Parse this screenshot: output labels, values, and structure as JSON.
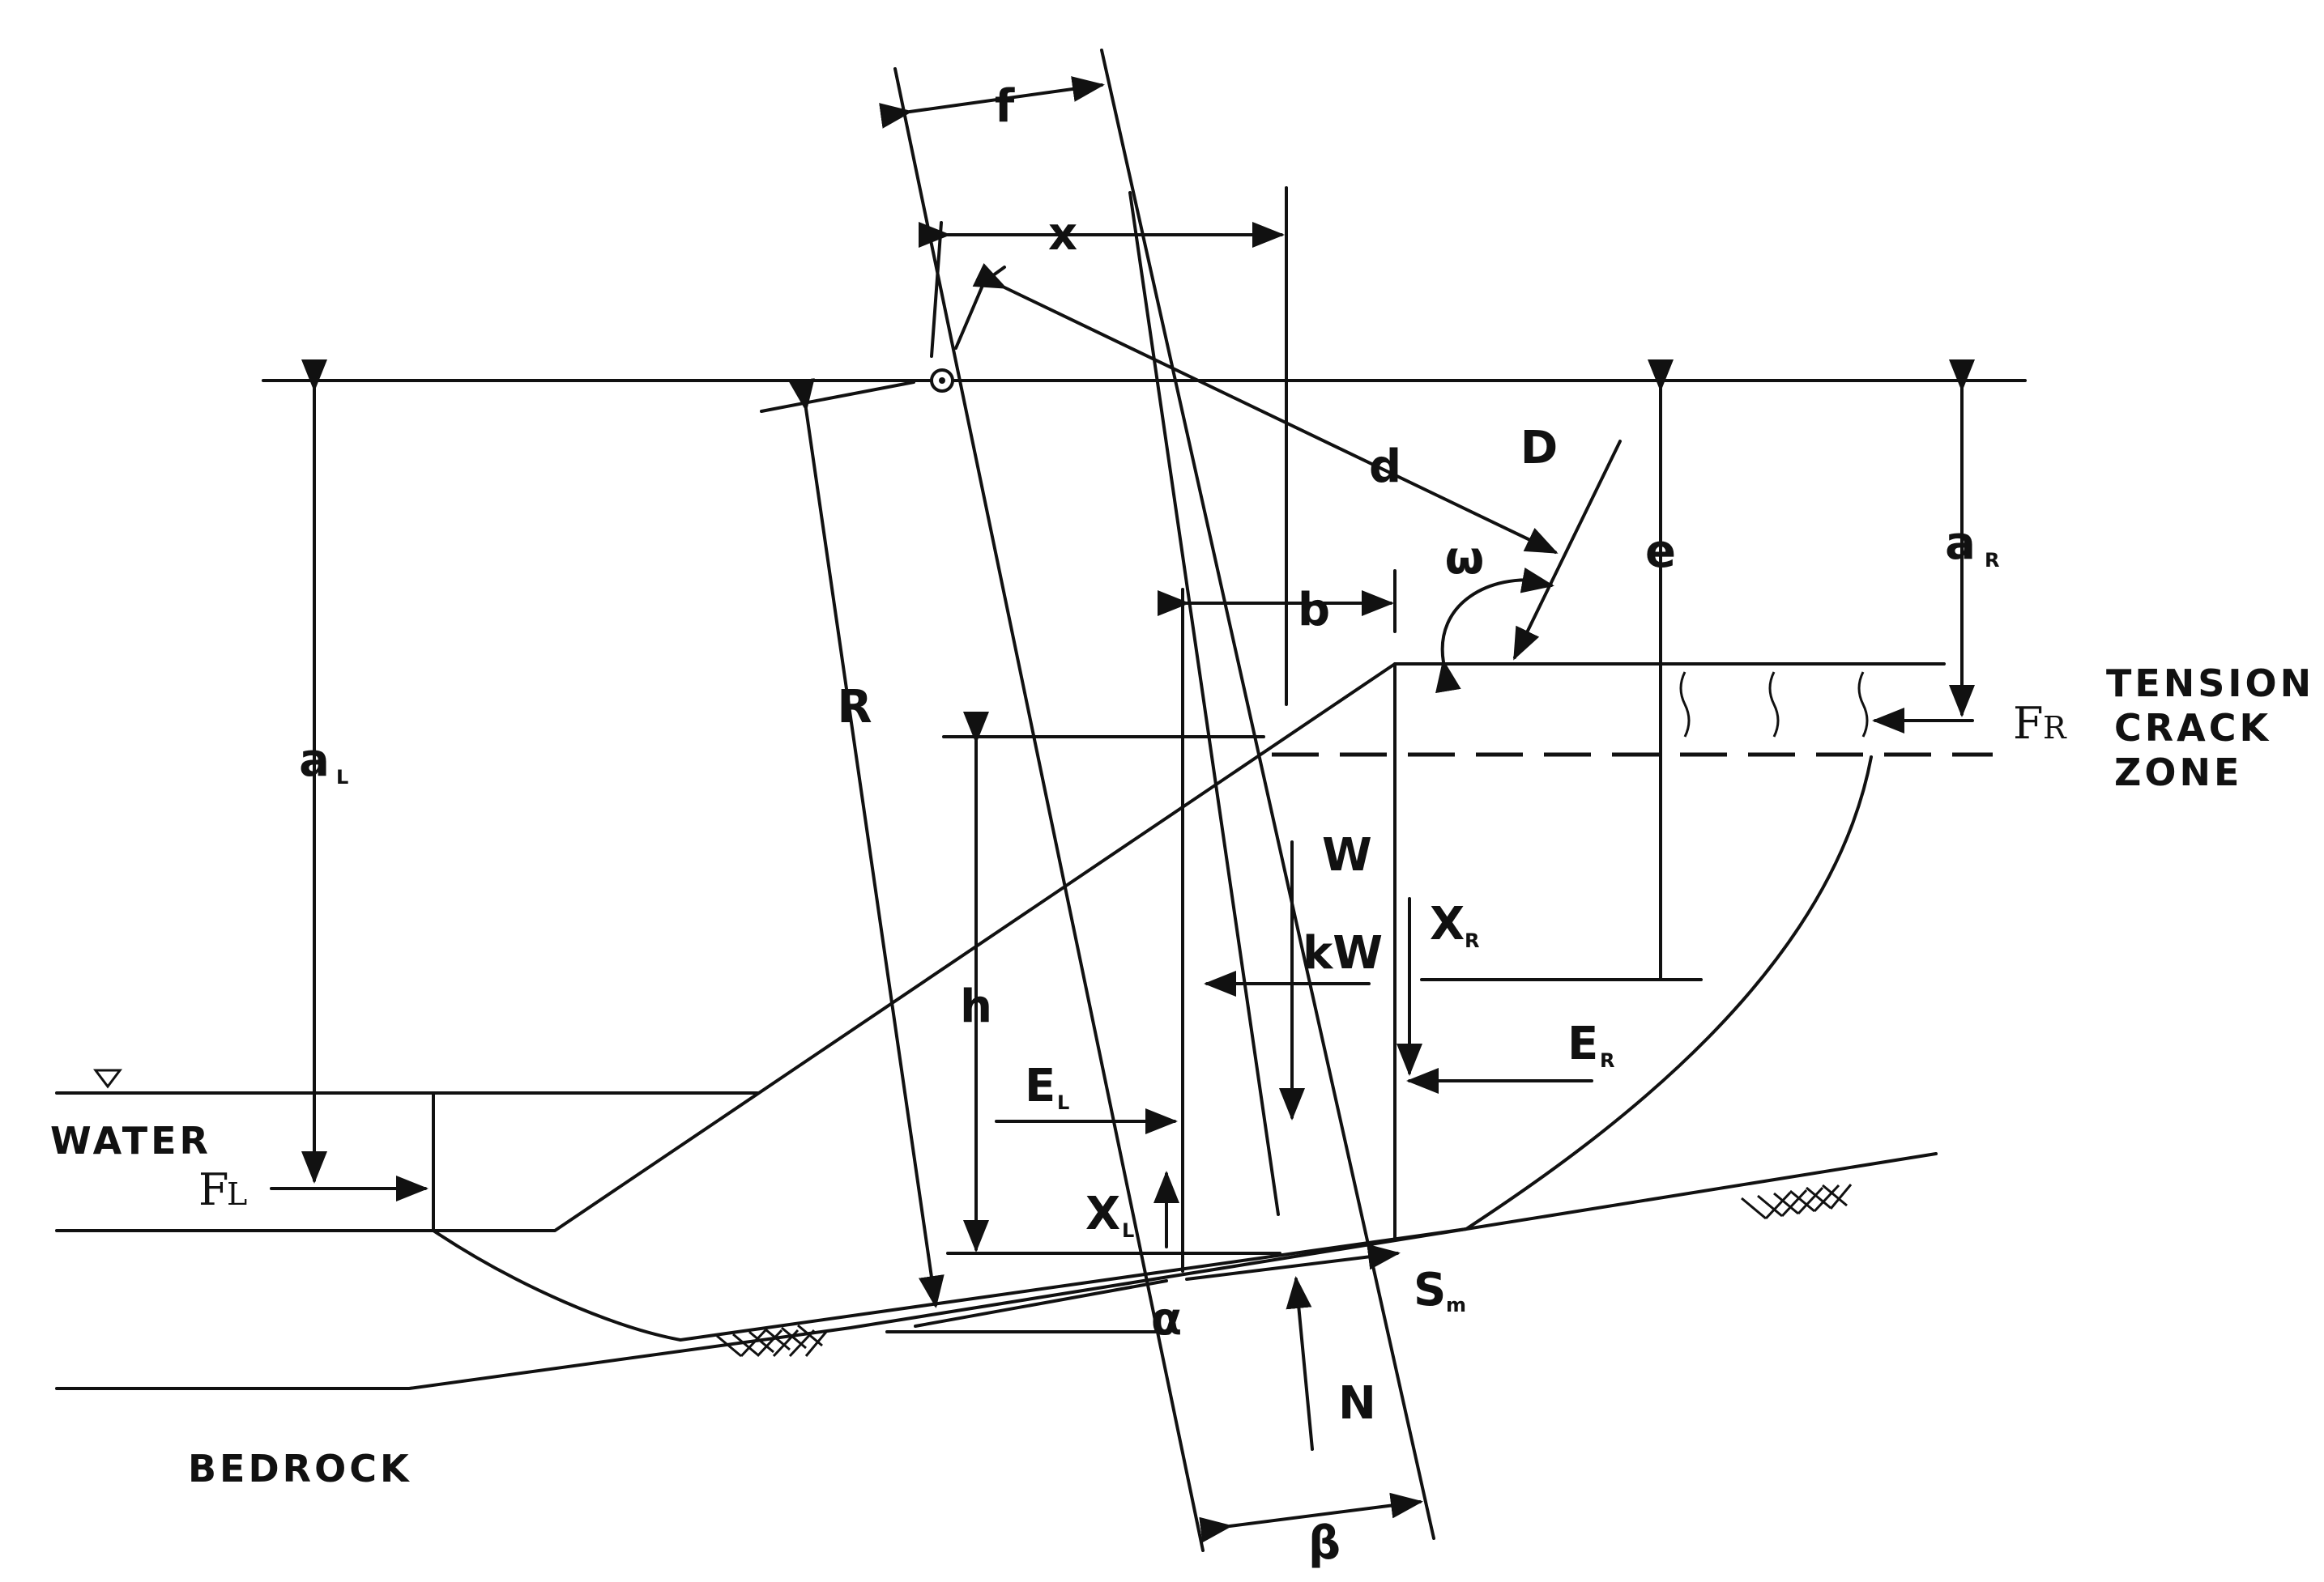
{
  "labels": {
    "f": "f",
    "x": "x",
    "d": "d",
    "D": "D",
    "omega": "ω",
    "b": "b",
    "e": "e",
    "aR": "a",
    "aR_sub": "R",
    "aL": "a",
    "aL_sub": "L",
    "R": "R",
    "h": "h",
    "W": "W",
    "kW": "kW",
    "XR": "X",
    "XR_sub": "R",
    "ER": "E",
    "ER_sub": "R",
    "EL": "E",
    "EL_sub": "L",
    "XL": "X",
    "XL_sub": "L",
    "alpha": "α",
    "Sm": "S",
    "Sm_sub": "m",
    "N": "N",
    "beta": "β",
    "water": "WATER",
    "bedrock": "BEDROCK",
    "FL": "F",
    "FL_sub": "L",
    "FR": "F",
    "FR_sub": "R",
    "tension_1": "TENSION",
    "tension_2": "CRACK",
    "tension_3": "ZONE"
  }
}
